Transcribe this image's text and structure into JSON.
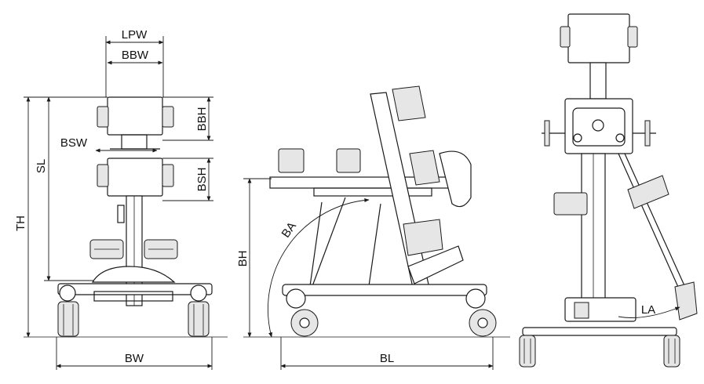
{
  "labels": {
    "lpw": "LPW",
    "bbw": "BBW",
    "bbh": "BBH",
    "bsw": "BSW",
    "bsh": "BSH",
    "sl": "SL",
    "th": "TH",
    "bw": "BW",
    "bh": "BH",
    "ba": "BA",
    "bl": "BL",
    "la": "LA"
  }
}
